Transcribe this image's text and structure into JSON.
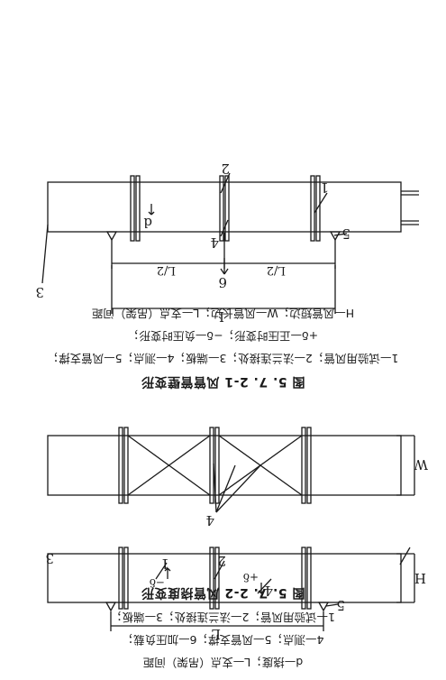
{
  "figure1": {
    "title": "图 5. 7. 2-1   风管管壁变形",
    "legend_lines": [
      "1—试验用风管；2—法兰连接处；3—端板；4—测点；5—风管支撑；",
      "+δ—正压时变形；−δ—负压时变形；",
      "H—风管短边；W—风管长边；L—支点（吊架）间距"
    ],
    "callouts": {
      "c1": "1",
      "c2": "2",
      "c3": "3",
      "c4a": "4",
      "c5": "5",
      "c4b": "4",
      "plus_delta": "+δ",
      "minus_delta": "−δ"
    },
    "dimensions": {
      "L": "L",
      "H": "H",
      "W": "W"
    }
  },
  "figure2": {
    "title": "图 5. 7. 2-2   风管挠度变形",
    "legend_lines": [
      "1—试验用风管；2—法兰连接处；3—端板；",
      "4—测点；5—风管支撑；6—加压负载；",
      "d—挠度；L—支点（吊架）间距"
    ],
    "callouts": {
      "c1": "1",
      "c2": "2",
      "c3": "3",
      "c4": "4",
      "c5": "5",
      "c6": "6",
      "d": "d"
    },
    "dimensions": {
      "L_half_left": "L/2",
      "L_half_right": "L/2",
      "L": "L"
    }
  },
  "colors": {
    "ink": "#1a1a1a",
    "paper": "#ffffff"
  }
}
